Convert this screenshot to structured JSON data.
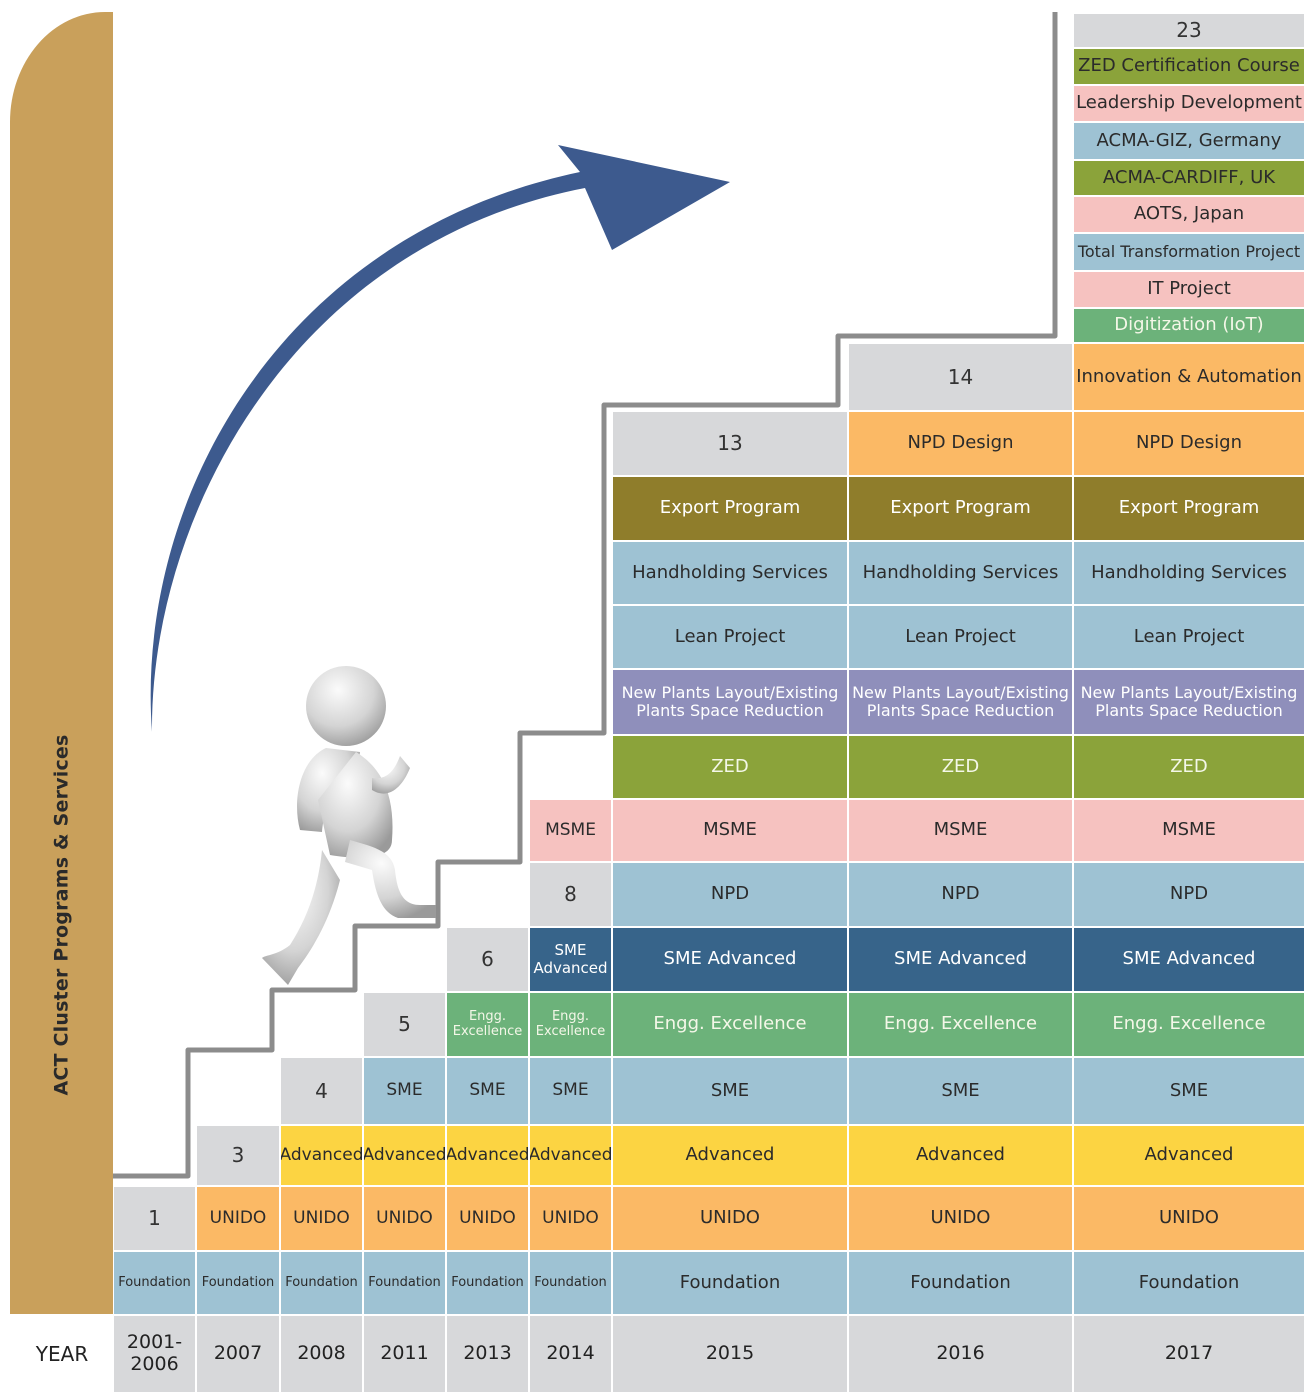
{
  "side_label": "ACT Cluster Programs & Services",
  "year_label": "YEAR",
  "colors": {
    "foundation": "#9ec2d3",
    "unido": "#fbb965",
    "advanced": "#fcd442",
    "sme": "#9ec2d3",
    "engg": "#6cb27a",
    "sme_adv": "#37648a",
    "npd": "#9ec2d3",
    "msme": "#f6c2c0",
    "zed": "#8ba33a",
    "new_plants": "#8f8fbb",
    "lean": "#9ec2d3",
    "handholding": "#9ec2d3",
    "export": "#8f7d2b",
    "npd_design": "#fbb965",
    "innovation": "#fbb965",
    "digitization": "#6cb27a",
    "it": "#f6c2c0",
    "ttp": "#9ec2d3",
    "aots": "#f6c2c0",
    "cardiff": "#8ba33a",
    "giz": "#9ec2d3",
    "leadership": "#f6c2c0",
    "zedcert": "#8ba33a",
    "count_box": "#d7d8da",
    "arrow": "#3d5a8e",
    "stair_line": "#8c8c8c",
    "sidebar": "#c9a05b"
  },
  "years": [
    "2001-\n2006",
    "2007",
    "2008",
    "2011",
    "2013",
    "2014",
    "2015",
    "2016",
    "2017"
  ],
  "counts": [
    "1",
    "3",
    "4",
    "5",
    "6",
    "8",
    "13",
    "14",
    "23"
  ],
  "rows": {
    "foundation": "Foundation",
    "unido": "UNIDO",
    "advanced": "Advanced",
    "sme": "SME",
    "engg_narrow": "Engg.\nExcellence",
    "engg_wide": "Engg. Excellence",
    "sme_adv_narrow": "SME\nAdvanced",
    "sme_adv_wide": "SME Advanced",
    "npd": "NPD",
    "msme": "MSME",
    "zed": "ZED",
    "new_plants": "New Plants Layout/Existing\nPlants Space Reduction",
    "lean": "Lean Project",
    "handholding": "Handholding Services",
    "export": "Export Program",
    "npd_design": "NPD Design",
    "innovation": "Innovation & Automation",
    "digitization": "Digitization (IoT)",
    "it": "IT Project",
    "ttp": "Total Transformation Project",
    "aots": "AOTS, Japan",
    "cardiff": "ACMA-CARDIFF, UK",
    "giz": "ACMA-GIZ, Germany",
    "leadership": "Leadership Development",
    "zedcert": "ZED Certification Course"
  }
}
